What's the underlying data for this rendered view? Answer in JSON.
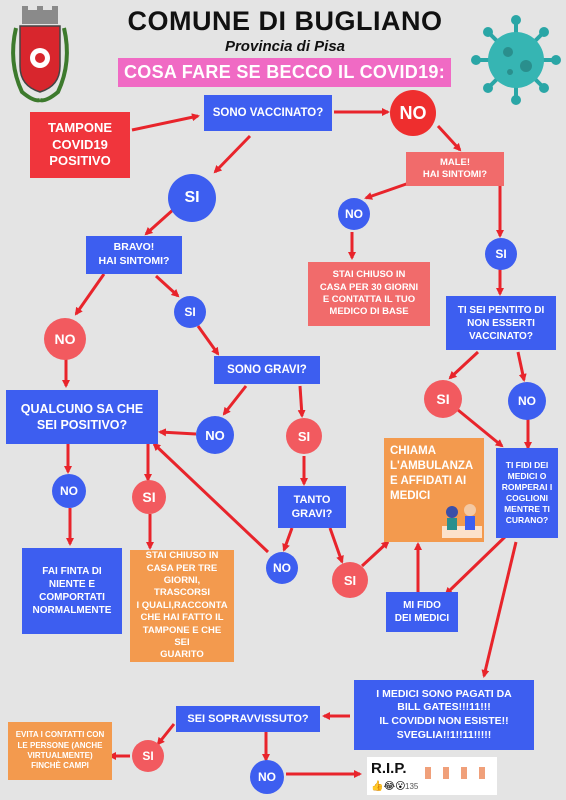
{
  "header": {
    "title": "COMUNE DI BUGLIANO",
    "subtitle": "Provincia di Pisa",
    "banner": "COSA FARE SE BECCO IL COVID19:"
  },
  "nodes": {
    "tampone": "TAMPONE\nCOVID19\nPOSITIVO",
    "vaccinato": "SONO VACCINATO?",
    "no_top": "NO",
    "male": "MALE!\nHAI SINTOMI?",
    "si_left": "SI",
    "no_male": "NO",
    "si_male": "SI",
    "bravo": "BRAVO!\nHAI SINTOMI?",
    "stai_chiuso_30": "STAI CHIUSO IN\nCASA PER 30 GIORNI\nE CONTATTA IL TUO\nMEDICO DI BASE",
    "pentito": "TI SEI PENTITO DI\nNON ESSERTI\nVACCINATO?",
    "no_bravo": "NO",
    "si_bravo": "SI",
    "sono_gravi": "SONO GRAVI?",
    "si_pentito": "SI",
    "no_pentito": "NO",
    "qualcuno": "QUALCUNO SA CHE\nSEI POSITIVO?",
    "no_gravi": "NO",
    "si_gravi": "SI",
    "chiama": "CHIAMA\nL'AMBULANZA\nE AFFIDATI AI\nMEDICI",
    "ti_fidi": "TI FIDI DEI\nMEDICI O\nROMPERAI I\nCOGLIONI\nMENTRE TI\nCURANO?",
    "no_qualcuno": "NO",
    "si_qualcuno": "SI",
    "tanto_gravi": "TANTO\nGRAVI?",
    "no_tanto": "NO",
    "si_tanto": "SI",
    "fai_finta": "FAI FINTA DI\nNIENTE E\nCOMPORTATI\nNORMALMENTE",
    "stai_chiuso_3": "STAI CHIUSO IN\nCASA PER TRE\nGIORNI, TRASCORSI\nI QUALI,RACCONTA\nCHE HAI FATTO IL\nTAMPONE E CHE SEI\nGUARITO",
    "mi_fido": "MI FIDO\nDEI MEDICI",
    "bill_gates": "I MEDICI SONO PAGATI DA\nBILL GATES!!!11!!!\nIL COVIDDI NON ESISTE!!\nSVEGLIA!!1!!11!!!!!",
    "sopravvissuto": "SEI SOPRAVVISSUTO?",
    "evita": "EVITA I CONTATTI CON\nLE PERSONE (ANCHE\nVIRTUALMENTE)\nFINCHÈ CAMPI",
    "si_sopr": "SI",
    "no_sopr": "NO",
    "rip": "R.I.P.",
    "rip_count": "135"
  },
  "colors": {
    "blue": "#3d5ef0",
    "red": "#f0353c",
    "salmon": "#f16b6b",
    "orange": "#f39a4e",
    "pink": "#f06ac4",
    "arrow": "#e8242b",
    "virus": "#2aa6a6"
  },
  "icons": [
    "coat-of-arms-icon",
    "virus-icon",
    "doctor-illustration-icon",
    "reaction-emoji-icon"
  ]
}
